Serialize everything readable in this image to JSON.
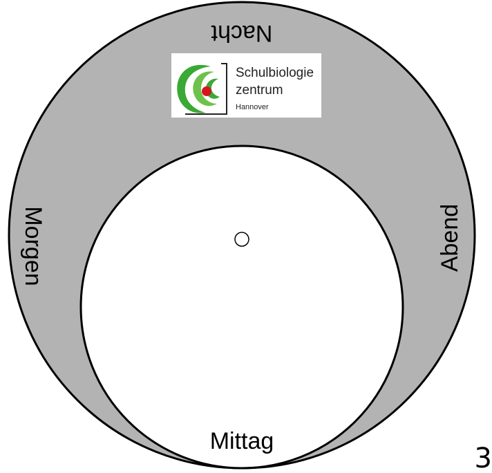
{
  "diagram": {
    "labels": {
      "top": "Nacht",
      "right": "Abend",
      "bottom": "Mittag",
      "left": "Morgen"
    },
    "page_number": "3",
    "colors": {
      "ring_fill": "#b3b3b3",
      "inner_fill": "#ffffff",
      "outline": "#000000"
    }
  },
  "logo": {
    "line1": "Schulbiologie",
    "line2": "zentrum",
    "line3": "Hannover",
    "colors": {
      "green": "#3aa935",
      "red": "#d7141d",
      "box": "#ffffff"
    }
  }
}
